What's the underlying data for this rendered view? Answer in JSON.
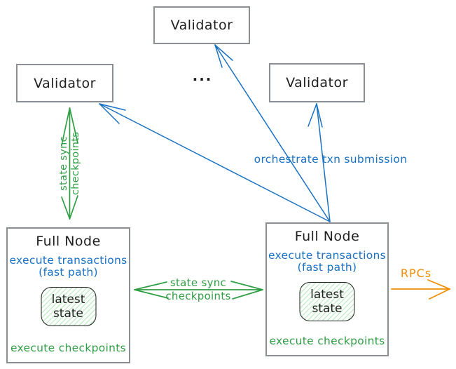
{
  "validators": {
    "top": "Validator",
    "left": "Validator",
    "right": "Validator"
  },
  "ellipsis": "...",
  "full_node": {
    "title": "Full Node",
    "execute_transactions": "execute transactions",
    "fast_path": "(fast path)",
    "latest_state": "latest\nstate",
    "execute_checkpoints": "execute checkpoints"
  },
  "labels": {
    "state_sync_vertical": "state sync\ncheckpoints",
    "state_sync_line1": "state sync",
    "state_sync_line2": "checkpoints",
    "orchestrate": "orchestrate txn submission",
    "rpcs": "RPCs"
  },
  "colors": {
    "green": "#2f9e44",
    "green_fill": "#b2f2bb",
    "blue": "#1971c2",
    "orange": "#f08c00",
    "ink": "#1e1e1e",
    "border_gray": "#8b8f93"
  }
}
